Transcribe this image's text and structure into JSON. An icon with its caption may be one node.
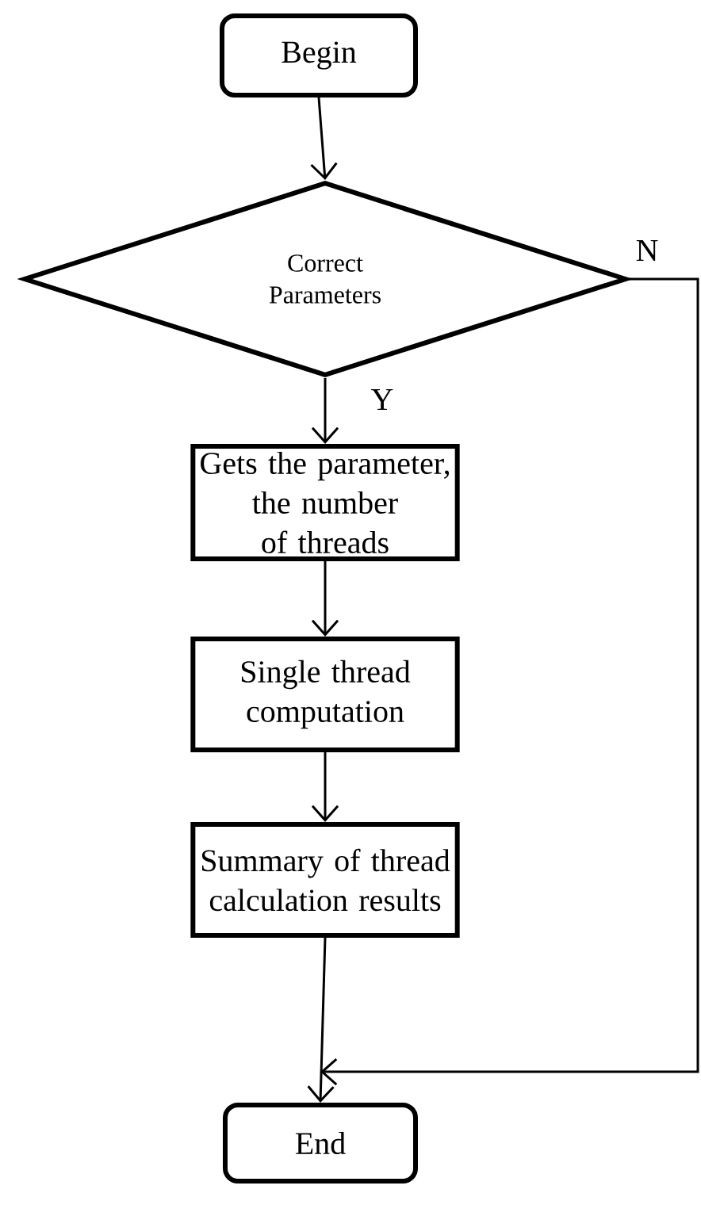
{
  "diagram": {
    "nodes": [
      {
        "text": [
          "Begin"
        ]
      },
      {
        "text": [
          "Correct Parameters"
        ]
      },
      {
        "text": [
          "Gets the parameter, the number of threads"
        ]
      },
      {
        "text": [
          "Single thread computation"
        ]
      },
      {
        "text": [
          "Summary of thread calculation results"
        ]
      },
      {
        "text": [
          "End"
        ]
      }
    ],
    "edges": [
      {
        "from": 0,
        "to": 1,
        "arrow": "to"
      },
      {
        "from": 1,
        "to": 2,
        "arrow": "to",
        "label": "Y"
      },
      {
        "from": 2,
        "to": 3,
        "arrow": "to"
      },
      {
        "from": 3,
        "to": 4,
        "arrow": "to"
      },
      {
        "from": 4,
        "to": 5,
        "arrow": "to"
      },
      {
        "from": 1,
        "to": 5,
        "arrow": "to",
        "label": "N"
      }
    ]
  }
}
